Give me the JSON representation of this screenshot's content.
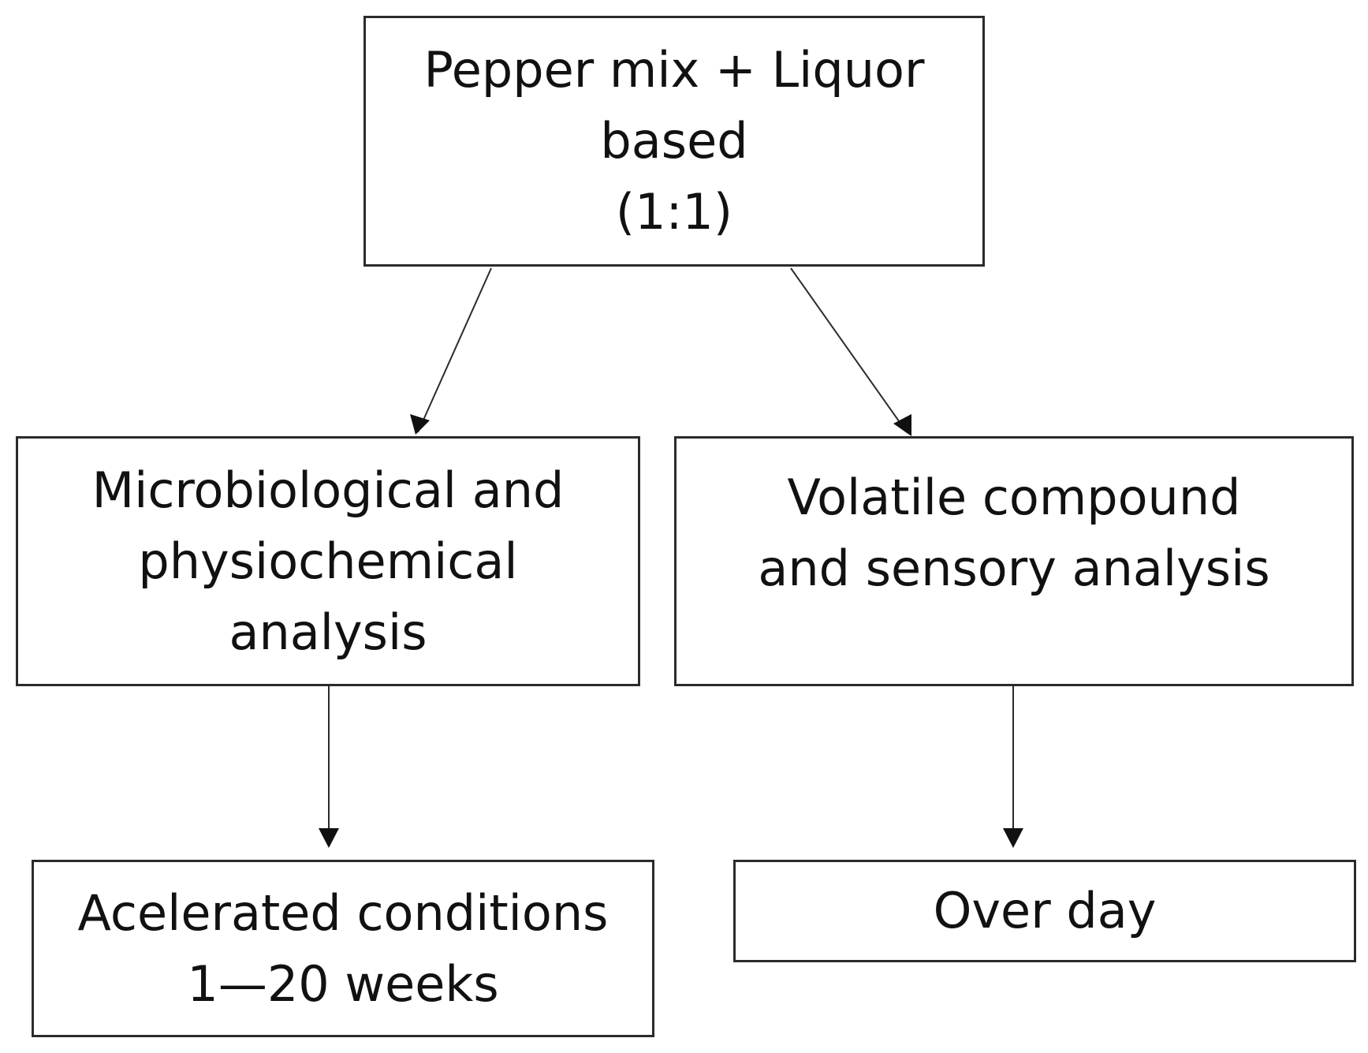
{
  "diagram": {
    "nodes": {
      "top": {
        "lines": [
          "Pepper mix + Liquor",
          "based",
          "(1:1)"
        ]
      },
      "left": {
        "lines": [
          "Microbiological and",
          "physiochemical",
          "analysis"
        ]
      },
      "right": {
        "lines": [
          "Volatile compound",
          "and sensory analysis"
        ]
      },
      "bottom_left": {
        "lines": [
          "Acelerated conditions",
          "1—20 weeks"
        ]
      },
      "bottom_right": {
        "lines": [
          "Over day"
        ]
      }
    },
    "edges": [
      {
        "from": "top",
        "to": "left"
      },
      {
        "from": "top",
        "to": "right"
      },
      {
        "from": "left",
        "to": "bottom_left"
      },
      {
        "from": "right",
        "to": "bottom_right"
      }
    ]
  }
}
